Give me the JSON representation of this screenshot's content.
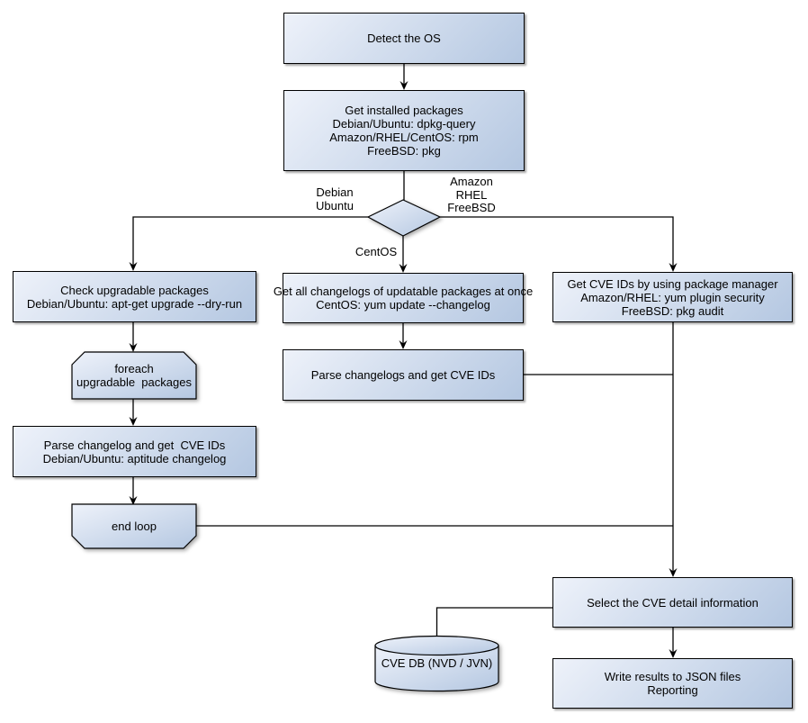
{
  "colors": {
    "node_fill_light": "#eef2fa",
    "node_fill_dark": "#b4c7e1",
    "node_border": "#000000",
    "line": "#000000",
    "background": "#ffffff"
  },
  "nodes": {
    "detect_os": {
      "label": "Detect the OS"
    },
    "get_installed_packages": {
      "label": "Get installed packages\nDebian/Ubuntu: dpkg-query\nAmazon/RHEL/CentOS: rpm\nFreeBSD: pkg"
    },
    "check_upgradable_packages": {
      "label": "Check upgradable packages\nDebian/Ubuntu: apt-get upgrade --dry-run"
    },
    "foreach_loop": {
      "label": "foreach\nupgradable  packages"
    },
    "parse_changelog_debian": {
      "label": "Parse changelog and get  CVE IDs\nDebian/Ubuntu: aptitude changelog"
    },
    "end_loop": {
      "label": "end loop"
    },
    "get_all_changelogs_centos": {
      "label": "Get all changelogs of updatable packages at once\nCentOS: yum update --changelog"
    },
    "parse_changelogs_centos": {
      "label": "Parse changelogs and get CVE IDs"
    },
    "get_cve_ids_package_manager": {
      "label": "Get CVE IDs by using package manager\nAmazon/RHEL: yum plugin security\nFreeBSD: pkg audit"
    },
    "select_cve_detail": {
      "label": "Select the CVE detail information"
    },
    "cve_db": {
      "label": "CVE DB (NVD / JVN)"
    },
    "write_results_reporting": {
      "label": "Write results to JSON files\nReporting"
    }
  },
  "edge_labels": {
    "left_branch": "Debian\nUbuntu",
    "right_branch": "Amazon\nRHEL\nFreeBSD",
    "down_branch": "CentOS"
  }
}
